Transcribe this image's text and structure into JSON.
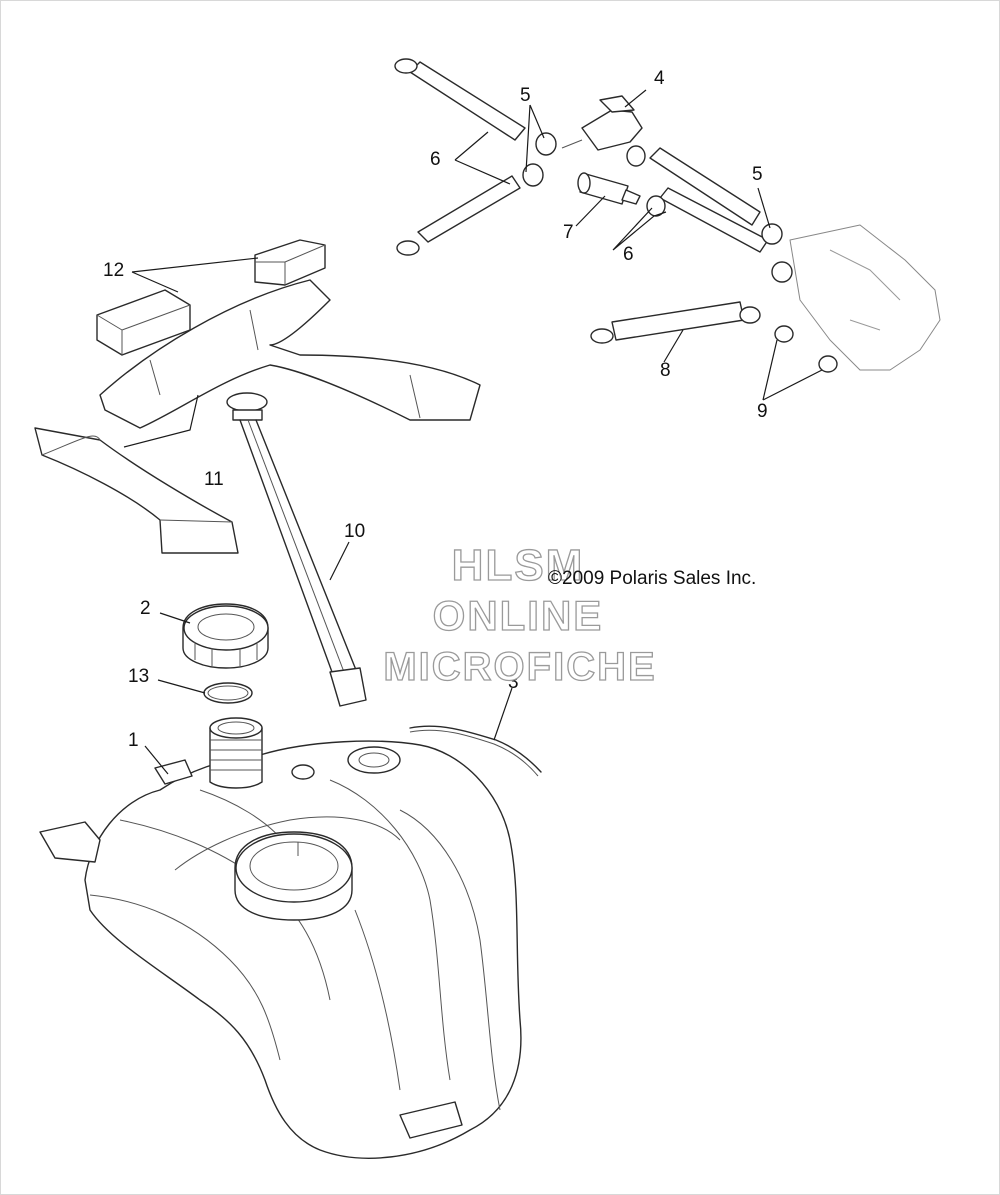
{
  "diagram": {
    "callouts": {
      "c1": "1",
      "c2": "2",
      "c3": "3",
      "c4": "4",
      "c5a": "5",
      "c5b": "5",
      "c6a": "6",
      "c6b": "6",
      "c7": "7",
      "c8": "8",
      "c9": "9",
      "c10": "10",
      "c11": "11",
      "c12": "12",
      "c13": "13"
    },
    "copyright": "©2009 Polaris Sales Inc.",
    "watermark": {
      "line1": "HLSM",
      "line2": "ONLINE",
      "line3": "MICROFICHE"
    }
  },
  "colors": {
    "background": "#ffffff",
    "line": "#2a2a2a",
    "watermark_outline": "#9a9a9a"
  }
}
